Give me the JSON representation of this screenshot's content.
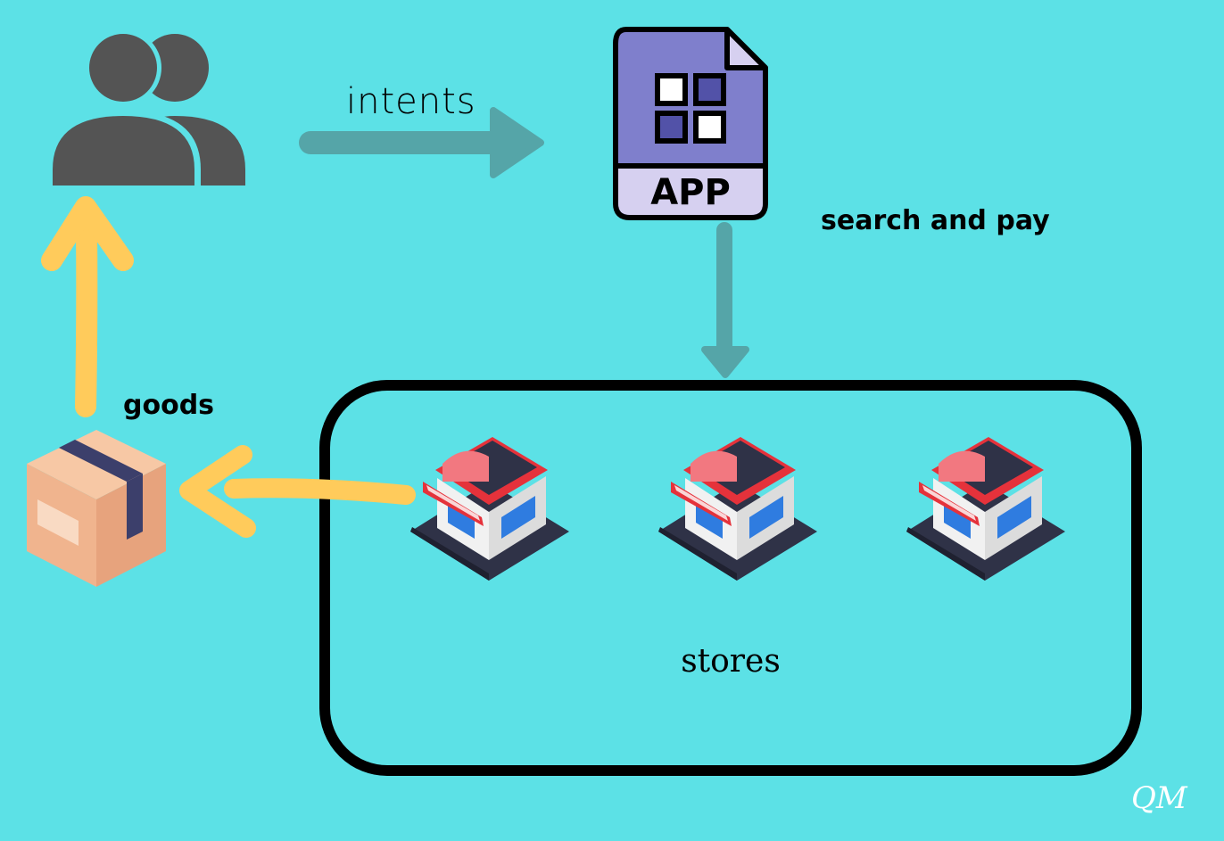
{
  "colors": {
    "background": "#5ce1e6",
    "user_icon": "#545454",
    "teal_arrow": "#55a5a8",
    "yellow_arrow": "#ffcb5b",
    "app_body": "#7f7fcc",
    "app_footer": "#d6d0f0",
    "app_square_dark": "#5252a8",
    "box_front": "#f0b48e",
    "box_side": "#e7a37d",
    "box_tape": "#3c3f6b",
    "store_awning": "#e5323b",
    "store_wall": "#f1f1f1",
    "store_window": "#2f7ce0",
    "store_base": "#2f3247",
    "frame": "#000000",
    "signature": "#ffffff"
  },
  "diagram": {
    "nodes": {
      "users": {
        "icon": "users-icon"
      },
      "app": {
        "icon": "app-file-icon",
        "label": "APP"
      },
      "package": {
        "icon": "package-box-icon"
      },
      "stores": {
        "label": "stores",
        "items": [
          {
            "icon": "store-icon"
          },
          {
            "icon": "store-icon"
          },
          {
            "icon": "store-icon"
          }
        ]
      }
    },
    "edges": [
      {
        "from": "users",
        "to": "app",
        "label": "intents"
      },
      {
        "from": "app",
        "to": "stores",
        "label": "search and pay"
      },
      {
        "from": "stores",
        "to": "package",
        "label": ""
      },
      {
        "from": "package",
        "to": "users",
        "label": "goods"
      }
    ],
    "signature": "QM"
  }
}
